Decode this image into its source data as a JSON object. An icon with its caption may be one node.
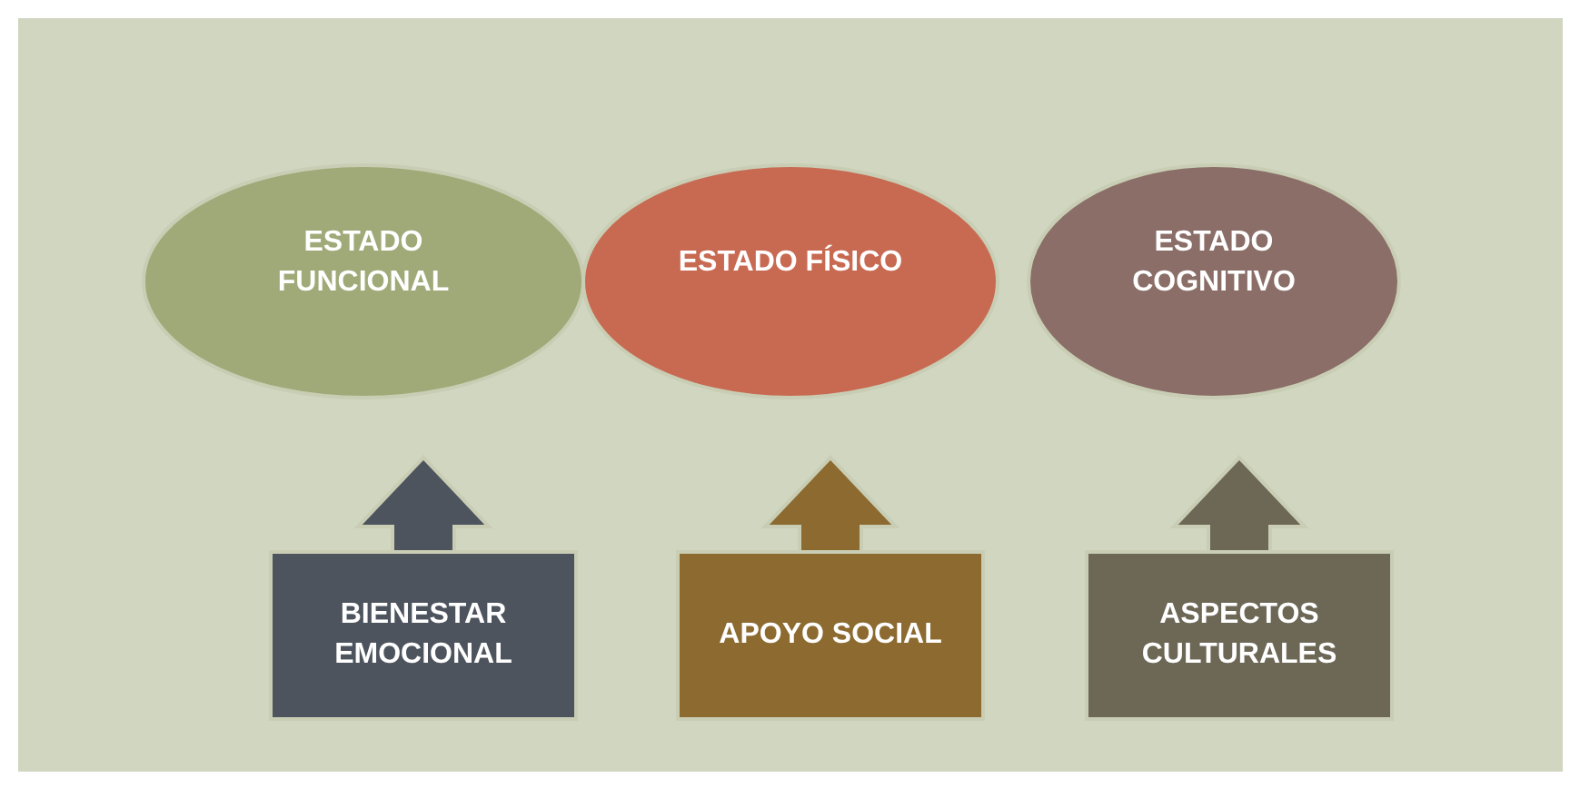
{
  "diagram": {
    "nodes": [
      {
        "text": [
          "ESTADO FUNCIONAL"
        ]
      },
      {
        "text": [
          "ESTADO FÍSICO"
        ]
      },
      {
        "text": [
          "ESTADO COGNITIVO"
        ]
      },
      {
        "text": [
          "BIENESTAR EMOCIONAL"
        ]
      },
      {
        "text": [
          "APOYO SOCIAL"
        ]
      },
      {
        "text": [
          "ASPECTOS CULTURALES"
        ]
      }
    ],
    "edges": [
      {
        "from": 3,
        "to": 0,
        "arrow": "to",
        "color": "#4d545e"
      },
      {
        "from": 4,
        "to": 1,
        "arrow": "to",
        "color": "#8c6a30"
      },
      {
        "from": 5,
        "to": 2,
        "arrow": "to",
        "color": "#6d6756"
      }
    ]
  }
}
